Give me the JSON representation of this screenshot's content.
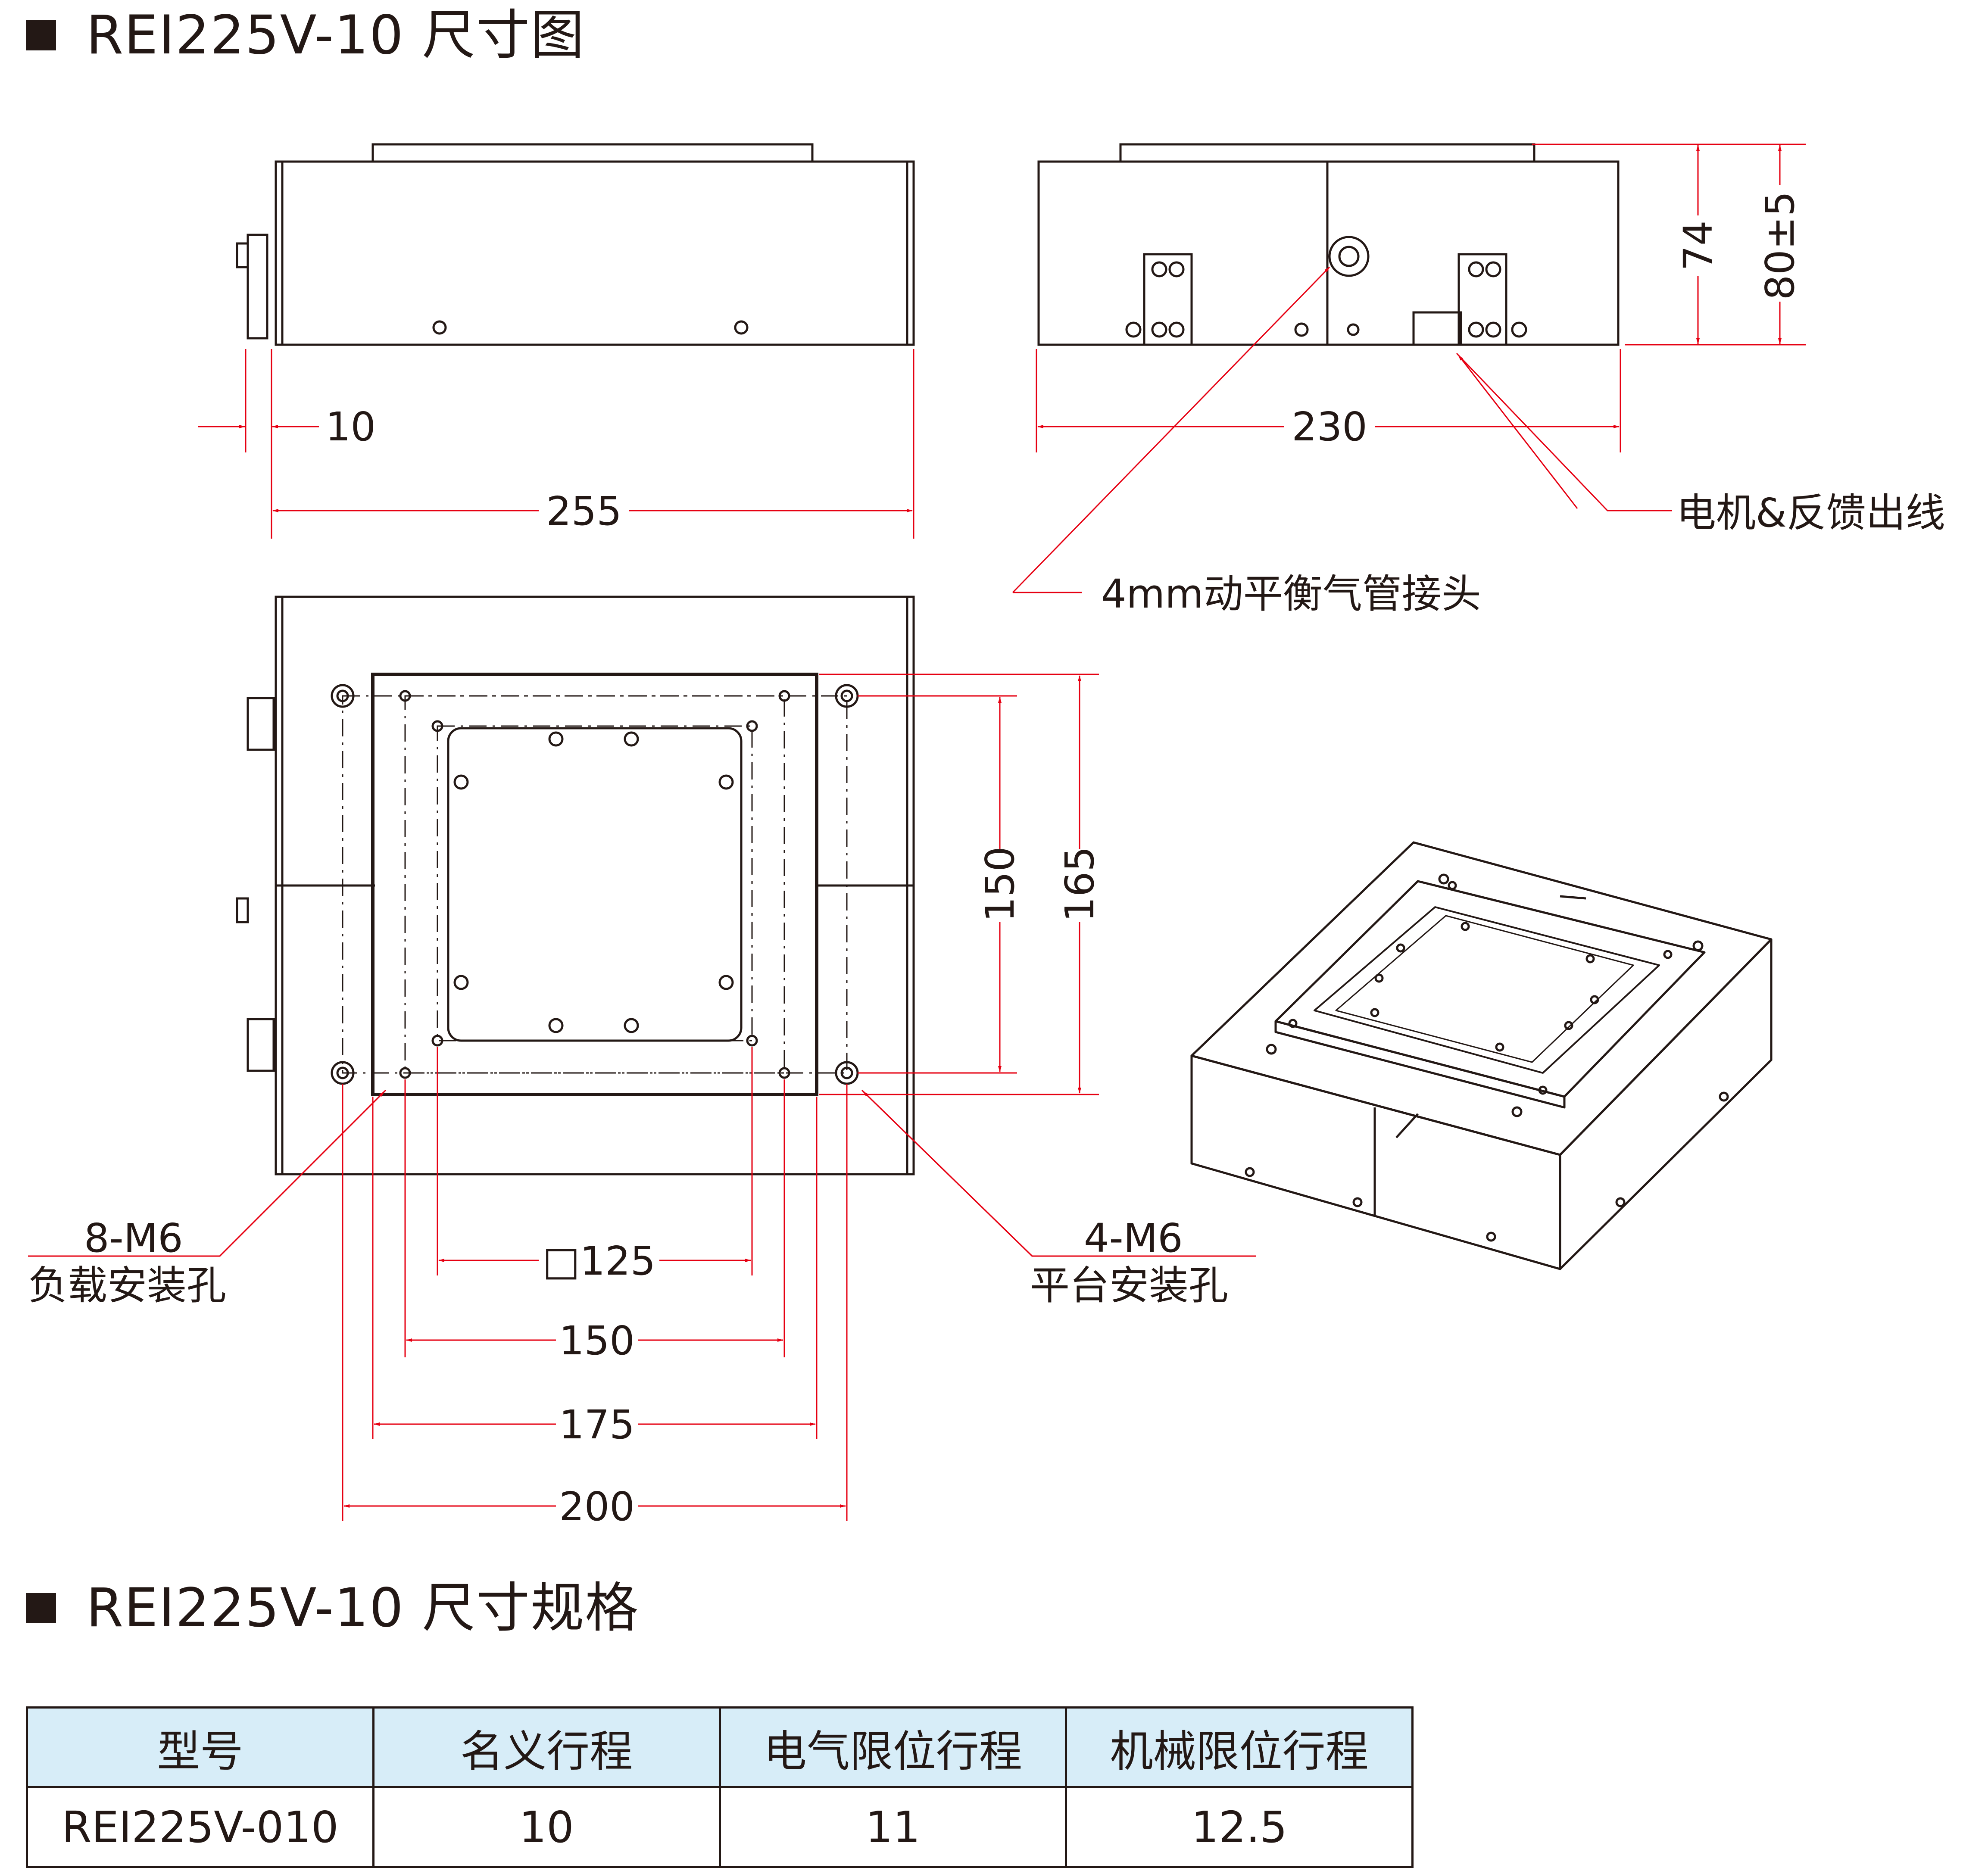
{
  "section1": {
    "title": "REI225V-10 尺寸图"
  },
  "section2": {
    "title": "REI225V-10 尺寸规格"
  },
  "dimensions": {
    "d10": "10",
    "d255": "255",
    "d230": "230",
    "d74": "74",
    "d80": "80±5",
    "d150v": "150",
    "d165v": "165",
    "d125": "□125",
    "d150h": "150",
    "d175": "175",
    "d200": "200"
  },
  "callouts": {
    "motor_cable": "电机&反馈出线",
    "air_fitting": "4mm动平衡气管接头",
    "load_holes_spec": "8-M6",
    "load_holes_name": "负载安装孔",
    "platform_holes_spec": "4-M6",
    "platform_holes_name": "平台安装孔"
  },
  "table": {
    "headers": [
      "型号",
      "名义行程",
      "电气限位行程",
      "机械限位行程"
    ],
    "rows": [
      [
        "REI225V-010",
        "10",
        "11",
        "12.5"
      ]
    ]
  },
  "colors": {
    "line": "#231815",
    "dimension": "#e60012",
    "header_bg": "#d7edf8"
  }
}
